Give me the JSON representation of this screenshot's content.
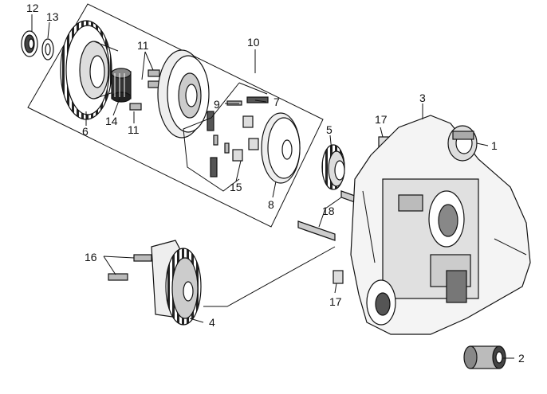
{
  "diagram": {
    "callouts": {
      "c1": "1",
      "c2": "2",
      "c3": "3",
      "c4": "4",
      "c5": "5",
      "c6": "6",
      "c7": "7",
      "c8": "8",
      "c9": "9",
      "c10": "10",
      "c11a": "11",
      "c11b": "11",
      "c12": "12",
      "c13": "13",
      "c14": "14",
      "c15": "15",
      "c16": "16",
      "c17a": "17",
      "c17b": "17",
      "c18": "18"
    },
    "colors": {
      "line": "#111111",
      "fill_light": "#ffffff",
      "fill_mid": "#cfcfcf",
      "fill_dark": "#555555"
    }
  }
}
